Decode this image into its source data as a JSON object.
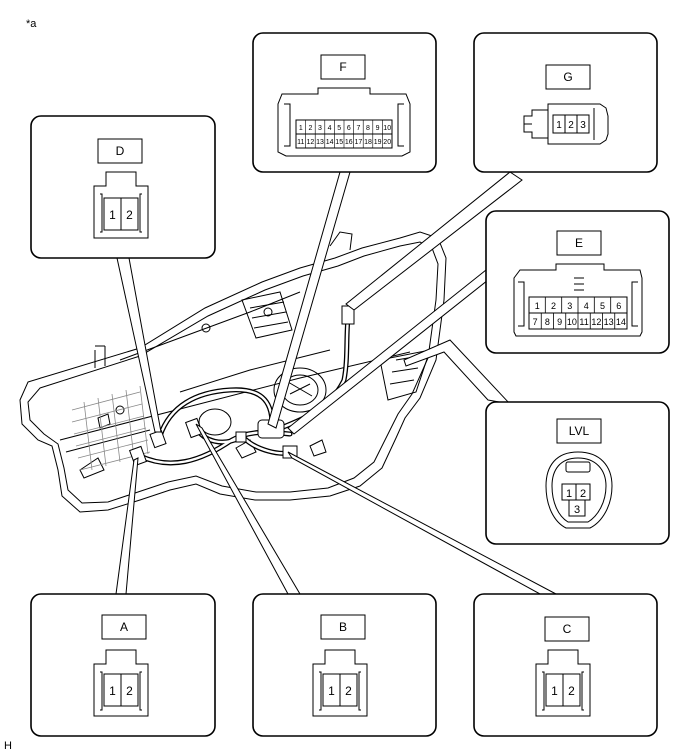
{
  "figure_label": "*a",
  "footer_code": "H",
  "connectors": {
    "A": {
      "label": "A",
      "pins": [
        "1",
        "2"
      ]
    },
    "B": {
      "label": "B",
      "pins": [
        "1",
        "2"
      ]
    },
    "C": {
      "label": "C",
      "pins": [
        "1",
        "2"
      ]
    },
    "D": {
      "label": "D",
      "pins": [
        "1",
        "2"
      ]
    },
    "E": {
      "label": "E",
      "pins_top": [
        "1",
        "2",
        "3",
        "4",
        "5",
        "6"
      ],
      "pins_bottom": [
        "7",
        "8",
        "9",
        "10",
        "11",
        "12",
        "13",
        "14"
      ]
    },
    "F": {
      "label": "F",
      "pins_top": [
        "1",
        "2",
        "3",
        "4",
        "5",
        "6",
        "7",
        "8",
        "9",
        "10"
      ],
      "pins_bottom": [
        "11",
        "12",
        "13",
        "14",
        "15",
        "16",
        "17",
        "18",
        "19",
        "20"
      ]
    },
    "G": {
      "label": "G",
      "pins": [
        "1",
        "2",
        "3"
      ]
    },
    "LVL": {
      "label": "LVL",
      "pins": [
        "1",
        "2",
        "3"
      ]
    }
  }
}
